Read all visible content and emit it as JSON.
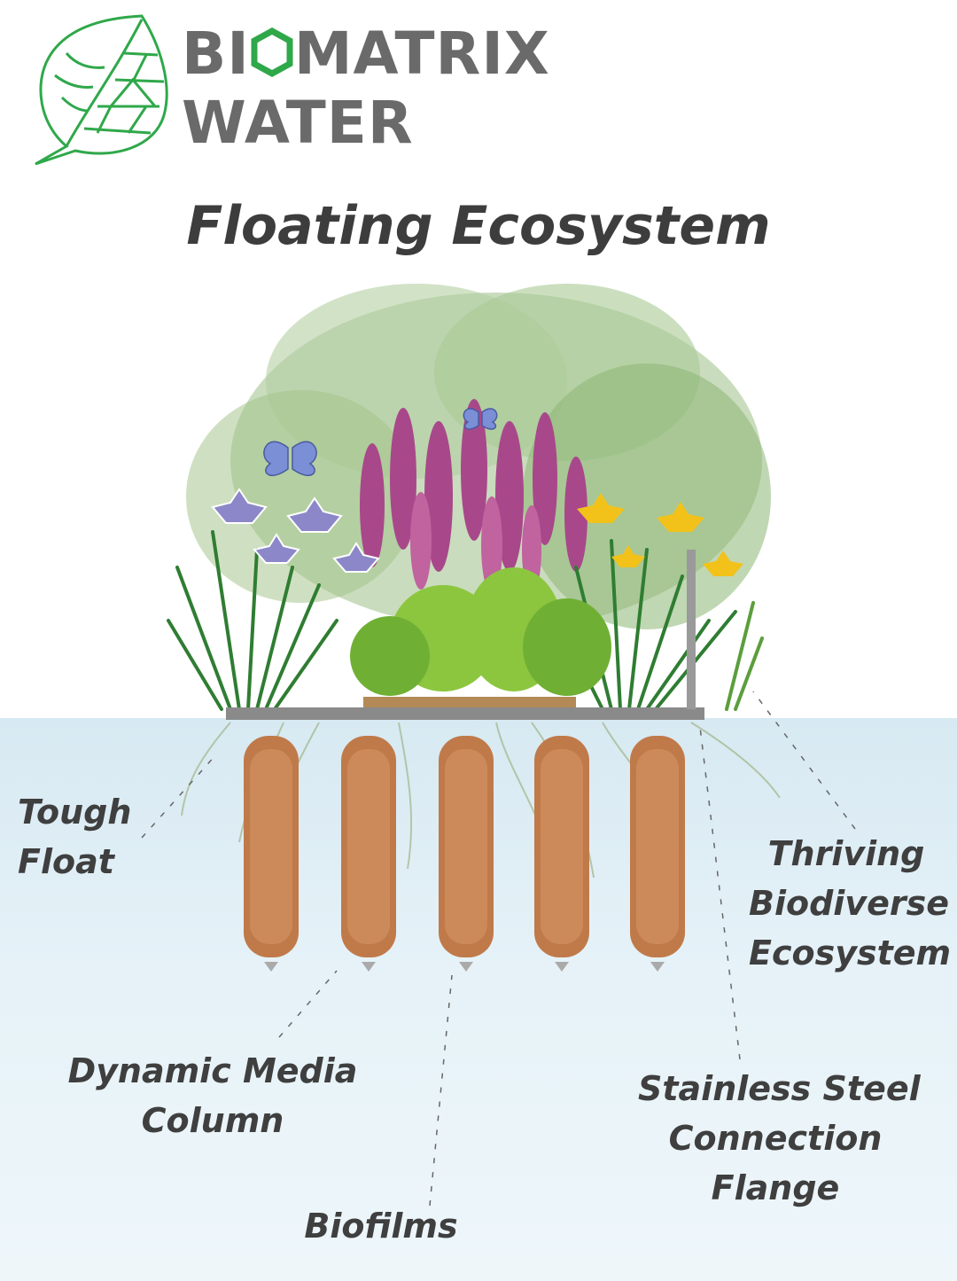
{
  "logo": {
    "line1_before": "BI",
    "line1_after": "MATRIX",
    "line2": "WATER"
  },
  "title": "Floating Ecosystem",
  "labels": {
    "tough_float": [
      "Tough",
      "Float"
    ],
    "thriving": [
      "Thriving",
      "Biodiverse",
      "Ecosystem"
    ],
    "dynamic_media": [
      "Dynamic Media",
      "Column"
    ],
    "stainless": [
      "Stainless Steel",
      "Connection",
      "Flange"
    ],
    "biofilms": [
      "Biofilms"
    ]
  },
  "colors": {
    "logo_green": "#2fa84a",
    "logo_gray": "#6a6a6a",
    "label_text": "#3f3f3f",
    "water": "#dcecf4",
    "column": "#c07a4a",
    "flower_purple": "#a8488a",
    "flower_yellow": "#f2c21b",
    "iris_blue": "#8c87c9",
    "foliage": "#4e9a3a"
  },
  "icons": {
    "logo_mark": "leaf-icon",
    "logo_o": "hexagon-icon"
  }
}
